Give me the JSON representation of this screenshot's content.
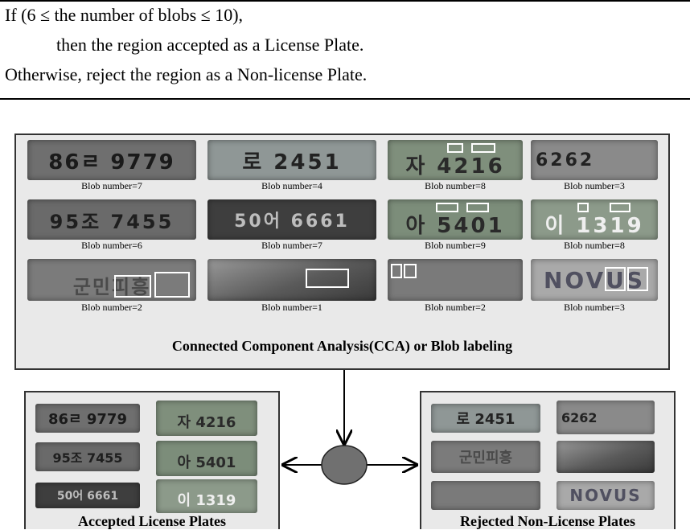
{
  "rule": {
    "line1": "If (6 ≤ the number of blobs ≤ 10),",
    "line2": "then the region accepted as a License Plate.",
    "line3": "Otherwise, reject the region as a Non-license Plate."
  },
  "cca": {
    "caption": "Connected Component Analysis(CCA) or Blob labeling",
    "items": [
      {
        "plate": "86ㄹ 9779",
        "label": "Blob number=7"
      },
      {
        "plate": "로 2451",
        "label": "Blob number=4"
      },
      {
        "plate": "자 4216",
        "label": "Blob number=8"
      },
      {
        "plate": "6262",
        "label": "Blob number=3"
      },
      {
        "plate": "95조 7455",
        "label": "Blob number=6"
      },
      {
        "plate": "50어 6661",
        "label": "Blob number=7"
      },
      {
        "plate": "아 5401",
        "label": "Blob number=9"
      },
      {
        "plate": "이 1319",
        "label": "Blob number=8"
      },
      {
        "plate": "군민피흥",
        "label": "Blob number=2"
      },
      {
        "plate": "",
        "label": "Blob number=1"
      },
      {
        "plate": "",
        "label": "Blob number=2"
      },
      {
        "plate": "NOVUS",
        "label": "Blob number=3"
      }
    ]
  },
  "accepted": {
    "caption": "Accepted License Plates",
    "plates": [
      "86ㄹ 9779",
      "자 4216",
      "95조 7455",
      "아 5401",
      "50어 6661",
      "이 1319"
    ]
  },
  "rejected": {
    "caption": "Rejected Non-License Plates",
    "plates": [
      "로 2451",
      "6262",
      "군민피흥",
      "",
      "",
      "NOVUS"
    ]
  },
  "colors": {
    "panel_bg": "#e9e9e9",
    "plate_gray": "#6e6e6e",
    "plate_dark": "#3c3c3c",
    "plate_green": "#7d8f7a",
    "decision_node": "#707070",
    "blob_box": "#ffffff"
  }
}
